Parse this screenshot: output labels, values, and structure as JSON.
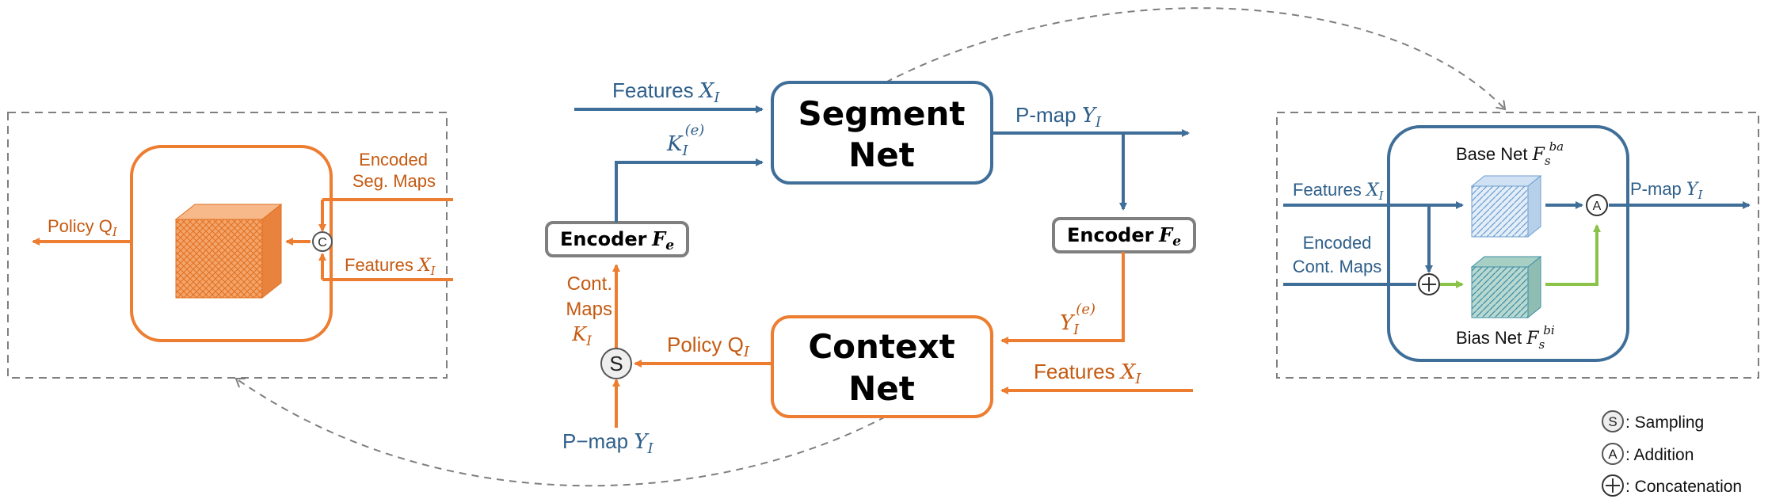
{
  "colors": {
    "blue": "#3f6f99",
    "orange": "#ed7d31",
    "green": "#8bc34a",
    "gray_dash": "#7f7f7f",
    "encoder_border": "#7f7f7f",
    "text_blue": "#2e5f8a",
    "text_orange": "#c55a11"
  },
  "center": {
    "segment_net": {
      "line1": "Segment",
      "line2": "Net"
    },
    "context_net": {
      "line1": "Context",
      "line2": "Net"
    },
    "encoder_left": {
      "label": "Encoder",
      "symbol": "F",
      "sub": "e"
    },
    "encoder_right": {
      "label": "Encoder",
      "symbol": "F",
      "sub": "e"
    },
    "features_in_top": {
      "prefix": "Features ",
      "var": "X",
      "sub": "I"
    },
    "k_label": {
      "var": "K",
      "sub": "I",
      "sup": "(e)"
    },
    "pmap_out": {
      "prefix": "P-map ",
      "var": "Y",
      "sub": "I"
    },
    "y_e_label": {
      "var": "Y",
      "sub": "I",
      "sup": "(e)"
    },
    "features_in_bottom": {
      "prefix": "Features ",
      "var": "X",
      "sub": "I"
    },
    "policy_label": {
      "prefix": "Policy Q",
      "sub": "I"
    },
    "cont_maps": {
      "line1": "Cont.",
      "line2": "Maps",
      "var": "K",
      "sub": "I"
    },
    "pmap_in_bottom": {
      "prefix": "P−map ",
      "var": "Y",
      "sub": "I"
    },
    "sampling_symbol": "S"
  },
  "left_panel": {
    "encoded_seg_maps": {
      "line1": "Encoded",
      "line2": "Seg. Maps"
    },
    "features": {
      "prefix": "Features ",
      "var": "X",
      "sub": "I"
    },
    "policy": {
      "prefix": "Policy Q",
      "sub": "I"
    },
    "concat_symbol": "C"
  },
  "right_panel": {
    "base_net": {
      "prefix": "Base Net ",
      "var": "F",
      "sub": "s",
      "sup": "ba"
    },
    "bias_net": {
      "prefix": "Bias Net ",
      "var": "F",
      "sub": "s",
      "sup": "bi"
    },
    "features": {
      "prefix": "Features ",
      "var": "X",
      "sub": "I"
    },
    "encoded_cont_maps": {
      "line1": "Encoded",
      "line2": "Cont. Maps"
    },
    "pmap_out": {
      "prefix": "P-map ",
      "var": "Y",
      "sub": "I"
    },
    "addition_symbol": "A"
  },
  "legend": [
    {
      "symbol": "S",
      "text": ": Sampling"
    },
    {
      "symbol": "A",
      "text": ": Addition"
    },
    {
      "symbol": "+",
      "text": ": Concatenation"
    }
  ]
}
